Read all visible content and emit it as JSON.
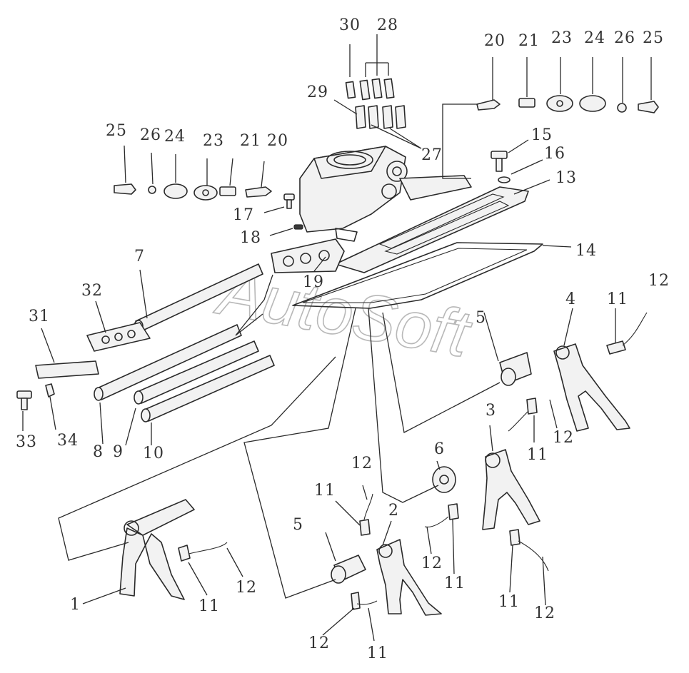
{
  "watermark": "AutoSoft",
  "callouts": {
    "c30": "30",
    "c28": "28",
    "c29": "29",
    "c27": "27",
    "c20a": "20",
    "c21a": "21",
    "c23a": "23",
    "c24a": "24",
    "c26a": "26",
    "c25a": "25",
    "c15": "15",
    "c16": "16",
    "c13": "13",
    "c14": "14",
    "c25b": "25",
    "c26b": "26",
    "c24b": "24",
    "c23b": "23",
    "c21b": "21",
    "c20b": "20",
    "c17": "17",
    "c18": "18",
    "c19": "19",
    "c7": "7",
    "c32": "32",
    "c31": "31",
    "c33": "33",
    "c34": "34",
    "c8": "8",
    "c9": "9",
    "c10": "10",
    "c5a": "5",
    "c4": "4",
    "c11a": "11",
    "c12a": "12",
    "c3": "3",
    "c12b": "12",
    "c11b": "11",
    "c6": "6",
    "c12c": "12",
    "c11c": "11",
    "c2": "2",
    "c5b": "5",
    "c12d": "12",
    "c11d": "11",
    "c11e": "11",
    "c12e": "12",
    "c1": "1",
    "c11f": "11",
    "c12f": "12",
    "c12g": "12",
    "c11g": "11"
  }
}
